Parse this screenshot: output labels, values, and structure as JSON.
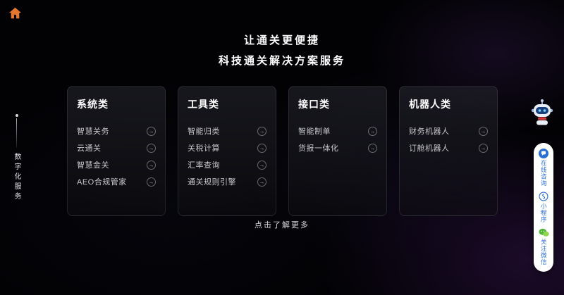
{
  "header": {
    "heading_line1": "让通关更便捷",
    "heading_line2": "科技通关解决方案服务"
  },
  "side": {
    "label": "数字化服务"
  },
  "cards": [
    {
      "title": "系统类",
      "items": [
        "智慧关务",
        "云通关",
        "智慧金关",
        "AEO合规管家"
      ]
    },
    {
      "title": "工具类",
      "items": [
        "智能归类",
        "关税计算",
        "汇率查询",
        "通关规则引擎"
      ]
    },
    {
      "title": "接口类",
      "items": [
        "智能制单",
        "货报一体化"
      ]
    },
    {
      "title": "机器人类",
      "items": [
        "财务机器人",
        "订舱机器人"
      ]
    }
  ],
  "footer": {
    "more_label": "点击了解更多"
  },
  "floating": {
    "consult_label": "在线咨询",
    "miniprogram_label": "小程序",
    "wechat_label": "关注微信"
  },
  "icons": {
    "item_arrow": "→"
  },
  "colors": {
    "accent_orange": "#e8772e",
    "accent_blue": "#2b6fd4",
    "wechat_green": "#50b636"
  }
}
